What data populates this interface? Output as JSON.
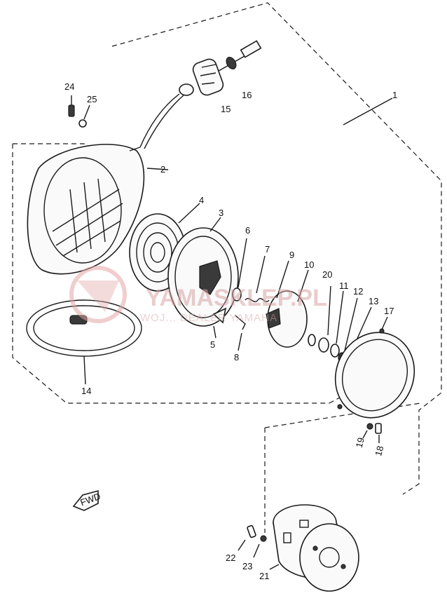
{
  "diagram": {
    "labels": {
      "p1": "1",
      "p2": "2",
      "p3": "3",
      "p4": "4",
      "p5": "5",
      "p6": "6",
      "p7": "7",
      "p8": "8",
      "p9": "9",
      "p10": "10",
      "p11": "11",
      "p12": "12",
      "p13": "13",
      "p14": "14",
      "p15": "15",
      "p16": "16",
      "p17": "17",
      "p18": "18",
      "p19": "19",
      "p20": "20",
      "p21": "21",
      "p22": "22",
      "p23": "23",
      "p24": "24",
      "p25": "25"
    },
    "fwd_marker": "FWD",
    "watermark": {
      "brand": "YAMASKLEP.PL",
      "tagline": "WOJ... DEALER YAMAHA"
    }
  }
}
